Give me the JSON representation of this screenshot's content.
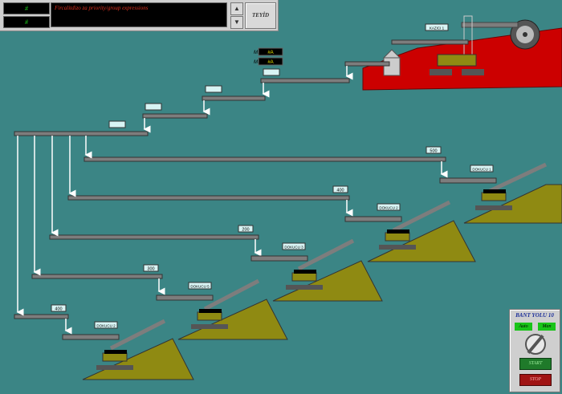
{
  "top_panel": {
    "indicator_1": "#",
    "indicator_2": "#",
    "message": "Fircalitdizo za priority/group expressions",
    "up_arrow": "▲",
    "down_arrow": "▼",
    "confirm_label": "TEYİD"
  },
  "meters": [
    {
      "label": "M1",
      "value": "#A"
    },
    {
      "label": "M3",
      "value": "#A"
    }
  ],
  "distance_labels": [
    "500",
    "400",
    "200",
    "300",
    "400"
  ],
  "machine_tags": [
    "KAZICI 1",
    "DOKUCU 1",
    "DOKUCU 2",
    "DOKUCU 3",
    "DOKUCU 5",
    "DOKUCU 2"
  ],
  "control_panel": {
    "title": "BANT YOLU 10",
    "auto_label": "Auto",
    "manual_label": "Man",
    "start_label": "START",
    "stop_label": "STOP",
    "colors": {
      "auto": "#19c419",
      "manual": "#19c419",
      "start": "#1f7a2a",
      "stop": "#a01414"
    }
  },
  "colors": {
    "background": "#3b8585",
    "conveyor": "#7d7d7d",
    "flow_arrow": "#ffffff",
    "excavator_platform": "#cc0000",
    "stacker_base": "#8f8a12"
  }
}
